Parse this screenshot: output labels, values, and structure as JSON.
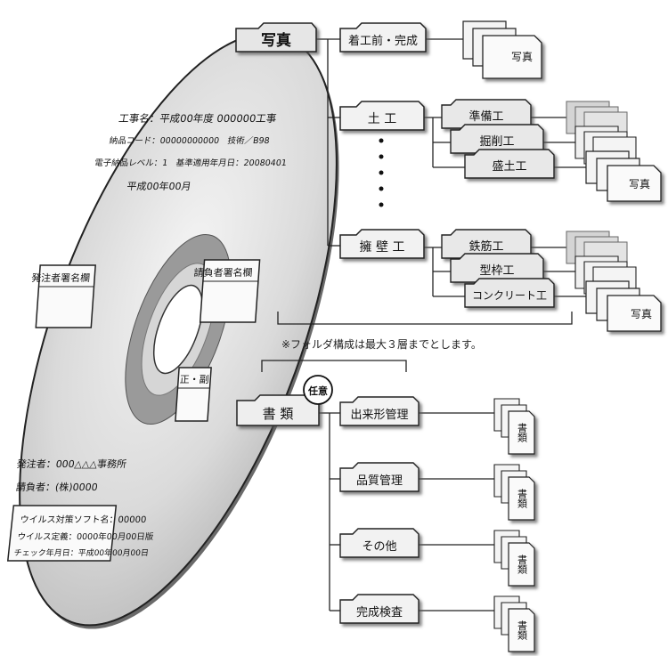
{
  "disc": {
    "project_name": "工事名：平成00年度 000000工事",
    "delivery_code": "納品コード：00000000000　技術／B98",
    "level_date": "電子納品レベル：1　基準適用年月日：20080401",
    "date": "平成00年00月",
    "orderer_box": "発注者署名欄",
    "contractor_box": "請負者署名欄",
    "original_copy_box": "正・副",
    "orderer": "発注者：000△△△事務所",
    "contractor": "請負者：(株)0000",
    "virus_software": "ウイルス対策ソフト名：00000",
    "virus_definition": "ウイルス定義：0000年00月00日版",
    "check_date": "チェック年月日：平成00年00月00日"
  },
  "photos": {
    "root": "写真",
    "groups": [
      {
        "label": "着工前・完成",
        "children": []
      },
      {
        "label": "土 工",
        "children": [
          "準備工",
          "掘削工",
          "盛土工"
        ]
      },
      {
        "label": "擁 壁 工",
        "children": [
          "鉄筋工",
          "型枠工",
          "コンクリート工"
        ]
      }
    ],
    "file_label": "写真"
  },
  "note": "※フォルダ構成は最大３層までとします。",
  "documents": {
    "root": "書 類",
    "optional_badge": "任意",
    "folders": [
      "出来形管理",
      "品質管理",
      "その他",
      "完成検査"
    ],
    "file_label": "書類"
  }
}
